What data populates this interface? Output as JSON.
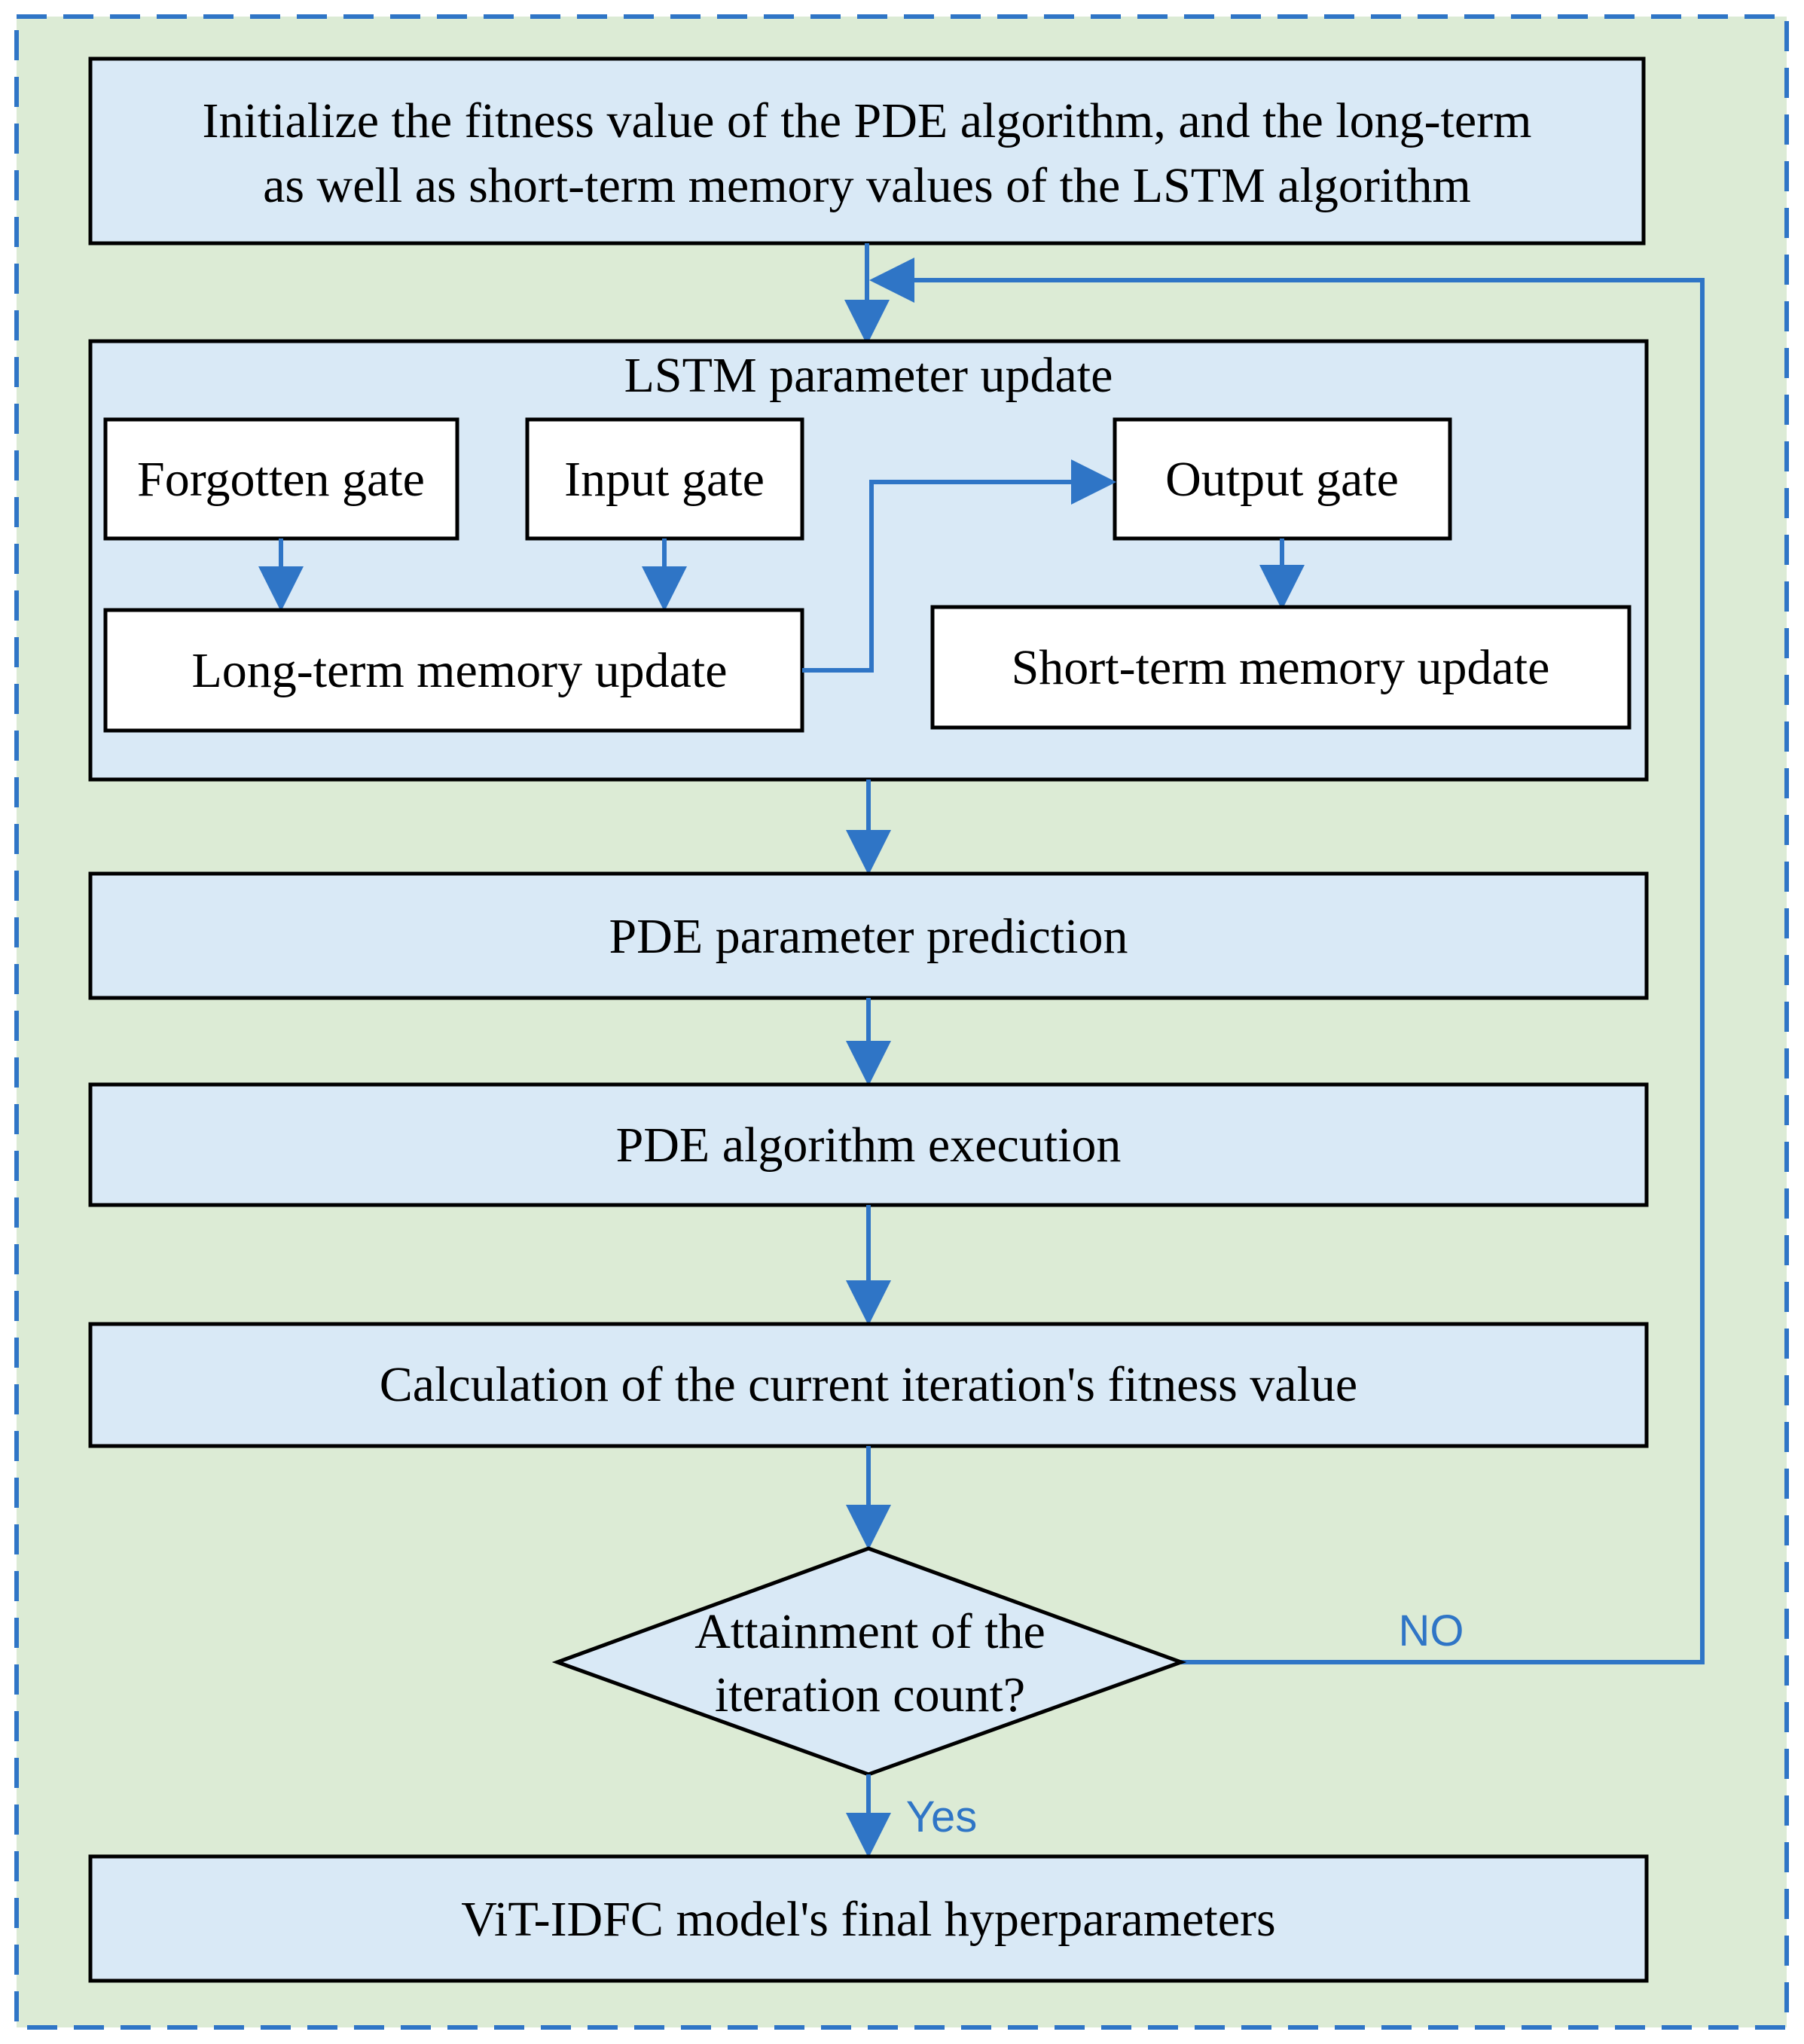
{
  "colors": {
    "background": "#dcebd5",
    "frame_border": "#2f75c6",
    "box_fill": "#d9e9f6",
    "inner_box_fill": "#ffffff",
    "box_border": "#000000",
    "arrow": "#2f75c6",
    "label": "#2f75c6"
  },
  "nodes": {
    "init": {
      "line1": "Initialize the fitness value of the PDE algorithm, and the long-term",
      "line2": "as well as short-term memory values of the LSTM algorithm"
    },
    "lstm_group": {
      "title": "LSTM parameter update"
    },
    "forgotten_gate": {
      "label": "Forgotten gate"
    },
    "input_gate": {
      "label": "Input gate"
    },
    "output_gate": {
      "label": "Output gate"
    },
    "long_term_update": {
      "label": "Long-term memory update"
    },
    "short_term_update": {
      "label": "Short-term memory update"
    },
    "pde_prediction": {
      "label": "PDE parameter prediction"
    },
    "pde_execution": {
      "label": "PDE algorithm execution"
    },
    "fitness_calc": {
      "label": "Calculation of the current iteration's fitness value"
    },
    "decision": {
      "line1": "Attainment of the",
      "line2": "iteration count?"
    },
    "final": {
      "label": "ViT-IDFC model's final hyperparameters"
    }
  },
  "edge_labels": {
    "no": "NO",
    "yes": "Yes"
  }
}
